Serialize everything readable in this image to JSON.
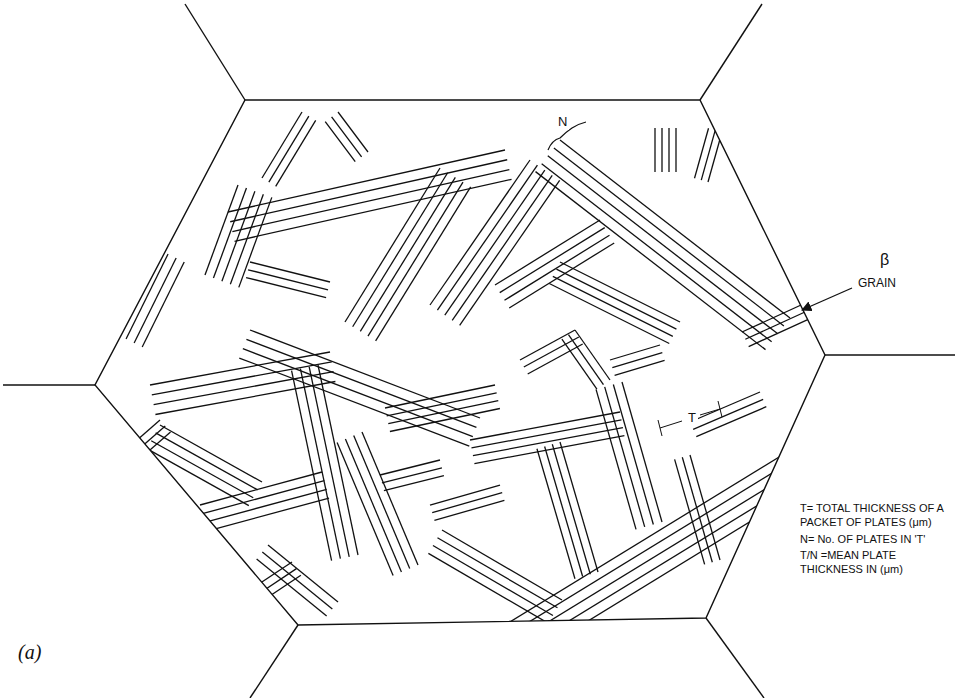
{
  "diagram": {
    "labels": [
      "N",
      "T",
      "β",
      "GRAIN",
      "T= TOTAL THICKNESS OF A PACKET OF PLATES (μm)",
      "N= No. OF PLATES IN 'T'",
      "T/N =MEAN PLATE THICKNESS IN (μm)",
      "(a)"
    ]
  }
}
